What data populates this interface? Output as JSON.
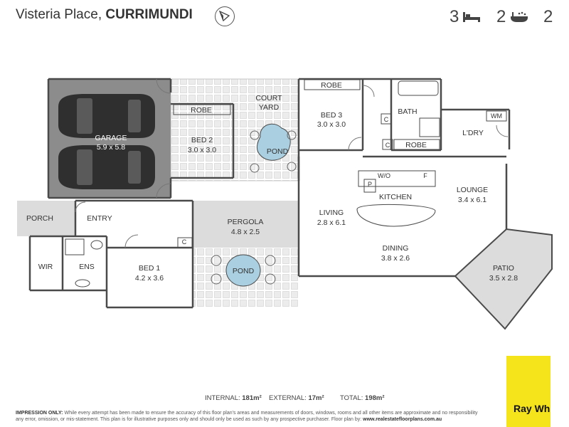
{
  "header": {
    "street": "Visteria Place,",
    "suburb": "CURRIMUNDI",
    "beds": "3",
    "baths": "2",
    "cars": "2"
  },
  "rooms": {
    "garage": {
      "name": "GARAGE",
      "size": "5.9 x 5.8"
    },
    "court_yard": {
      "line1": "COURT",
      "line2": "YARD"
    },
    "robe_bed2": "ROBE",
    "bed2": {
      "name": "BED 2",
      "size": "3.0 x 3.0"
    },
    "pond_court": "POND",
    "robe_bed3": "ROBE",
    "bed3": {
      "name": "BED 3",
      "size": "3.0 x 3.0"
    },
    "bath": "BATH",
    "c_bath": "C",
    "robe_bath": "ROBE",
    "c_bath2": "C",
    "wm": "WM",
    "ldry": "L'DRY",
    "porch": "PORCH",
    "entry": "ENTRY",
    "w_o": "W/O",
    "p": "P",
    "f": "F",
    "kitchen": "KITCHEN",
    "lounge": {
      "name": "LOUNGE",
      "size": "3.4 x 6.1"
    },
    "pergola": {
      "name": "PERGOLA",
      "size": "4.8 x 2.5"
    },
    "living": {
      "name": "LIVING",
      "size": "2.8 x 6.1"
    },
    "dining": {
      "name": "DINING",
      "size": "3.8 x 2.6"
    },
    "wir": "WIR",
    "ens": "ENS",
    "bed1": {
      "name": "BED 1",
      "size": "4.2 x 3.6"
    },
    "c_bed1": "C",
    "pond_pergola": "POND",
    "patio": {
      "name": "PATIO",
      "size": "3.5 x 2.8"
    }
  },
  "totals": {
    "internal_label": "INTERNAL:",
    "internal_value": "181m²",
    "external_label": "EXTERNAL:",
    "external_value": "17m²",
    "total_label": "TOTAL:",
    "total_value": "198m²"
  },
  "disclaimer": {
    "lead": "IMPRESSION ONLY:",
    "text1": " While every attempt has been made to ensure the accuracy of this floor plan's areas and measurements of doors, windows, rooms and all other items are approximate and no responsibility",
    "text2": "any error, omission, or mis-statement. This plan is for illustrative purposes only and should only be used as such by any prospective purchaser. Floor plan by: ",
    "url": "www.realestatefloorplans.com.au"
  },
  "brand": "Ray White",
  "colors": {
    "wall": "#4a4a4a",
    "garage_fill": "#8c8c8c",
    "outdoor_fill": "#dcdcdc",
    "pond": "#a9cfe0",
    "brand_yellow": "#f5e31b"
  }
}
